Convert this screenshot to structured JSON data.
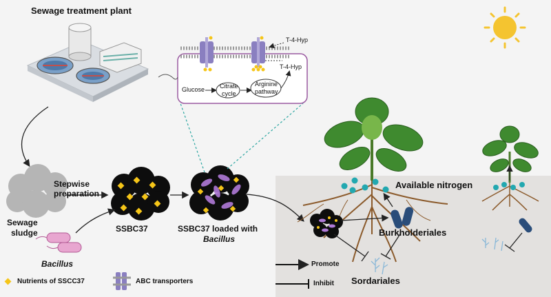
{
  "labels": {
    "plant": "Sewage treatment plant",
    "stepwise": "Stepwise",
    "preparation": "preparation",
    "sewage": "Sewage",
    "sludge": "sludge",
    "ssbc37": "SSBC37",
    "loaded_line1": "SSBC37 loaded with",
    "loaded_line2": "Bacillus",
    "bacillus": "Bacillus",
    "nitrogen": "Available nitrogen",
    "burkholderiales": "Burkholderiales",
    "sordariales": "Sordariales"
  },
  "pathway": {
    "glucose": "Glucose",
    "citrate_line1": "Citrate",
    "citrate_line2": "cycle",
    "arginine_line1": "Arginine",
    "arginine_line2": "pathway",
    "t4hyp_top": "T-4-Hyp",
    "t4hyp_mid": "T-4-Hyp"
  },
  "legend": {
    "nutrients": "Nutrients of SSCC37",
    "abc": "ABC transporters",
    "promote": "Promote",
    "inhibit": "Inhibit"
  },
  "colors": {
    "soil": "#e3e1df",
    "sun": "#f4c430",
    "nutrient": "#f5c518",
    "transporter": "#8a7fc0",
    "box_border": "#9a5aa0",
    "bacillus": "#e8a6d0",
    "nitrogen": "#22a8b0",
    "burkholderiales": "#2a4d7a"
  }
}
